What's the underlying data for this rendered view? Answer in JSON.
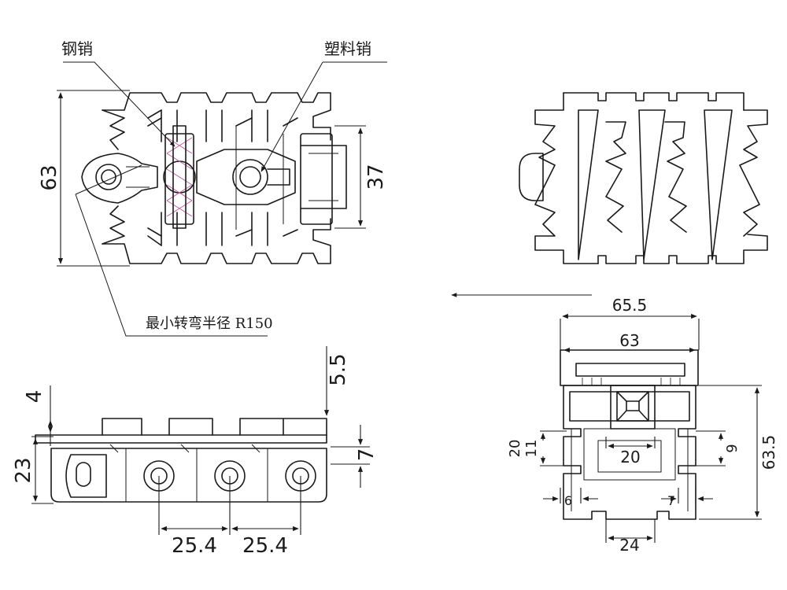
{
  "callouts": {
    "steel_pin": "钢销",
    "plastic_pin": "塑料销",
    "min_radius": "最小转弯半径 R150"
  },
  "dimensions": {
    "top_height": "63",
    "top_pin_span": "37",
    "side_top": "5.5",
    "side_plate": "4",
    "side_height": "23",
    "side_link": "7",
    "pitch_1": "25.4",
    "pitch_2": "25.4",
    "sec_width_outer": "65.5",
    "sec_width_inner": "63",
    "sec_height": "63.5",
    "sec_slot_20": "20",
    "sec_h20": "20",
    "sec_h11": "11",
    "sec_h9": "9",
    "sec_w6": "6",
    "sec_w7": "7",
    "sec_w24": "24"
  }
}
